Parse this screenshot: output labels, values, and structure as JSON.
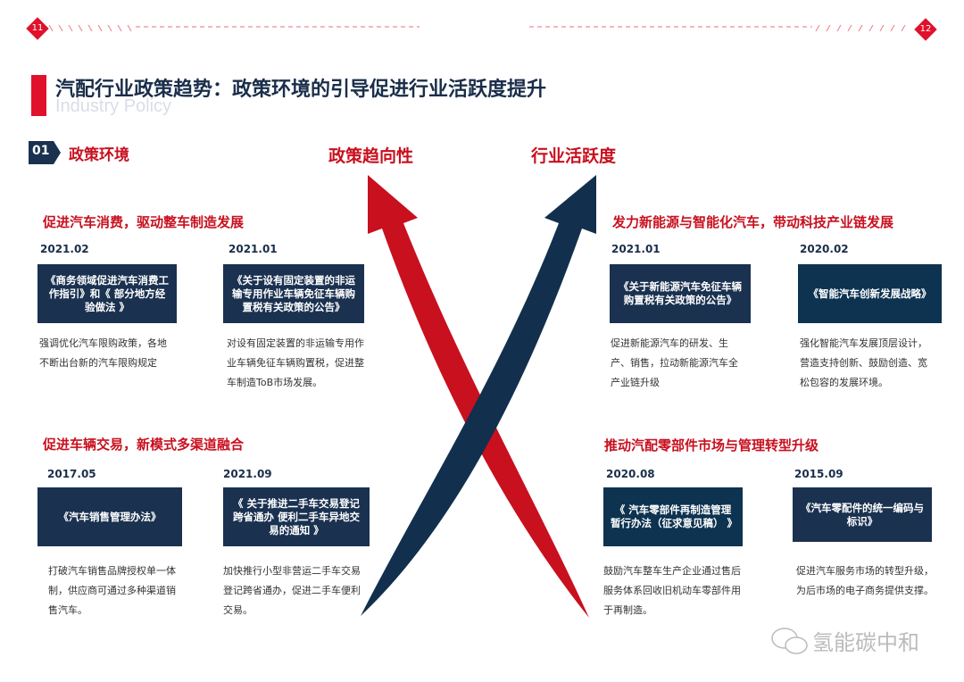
{
  "page_left": "11",
  "page_right": "12",
  "title": "汽配行业政策趋势：政策环境的引导促进行业活跃度提升",
  "subtitle": "Industry Policy",
  "section_num": "01",
  "section_label": "政策环境",
  "arrow_red_label": "政策趋向性",
  "arrow_blue_label": "行业活跃度",
  "groups": [
    {
      "heading": "促进汽车消费，驱动整车制造发展",
      "items": [
        {
          "date": "2021.02",
          "policy": "《商务领域促进汽车消费工作指引》和《 部分地方经验做法 》",
          "desc": "强调优化汽车限购政策，各地不断出台新的汽车限购规定"
        },
        {
          "date": "2021.01",
          "policy": "《关于设有固定装置的非运输专用作业车辆免征车辆购置税有关政策的公告》",
          "desc": "对设有固定装置的非运输专用作业车辆免征车辆购置税，促进整车制造ToB市场发展。"
        }
      ]
    },
    {
      "heading": "促进车辆交易，新模式多渠道融合",
      "items": [
        {
          "date": "2017.05",
          "policy": "《汽车销售管理办法》",
          "desc": "打破汽车销售品牌授权单一体制，供应商可通过多种渠道销售汽车。"
        },
        {
          "date": "2021.09",
          "policy": "《 关于推进二手车交易登记跨省通办 便利二手车异地交易的通知 》",
          "desc": "加快推行小型非营运二手车交易登记跨省通办，促进二手车便利交易。"
        }
      ]
    },
    {
      "heading": "发力新能源与智能化汽车，带动科技产业链发展",
      "items": [
        {
          "date": "2021.01",
          "policy": "《关于新能源汽车免征车辆购置税有关政策的公告》",
          "desc": "促进新能源汽车的研发、生产、销售，拉动新能源汽车全产业链升级"
        },
        {
          "date": "2020.02",
          "policy": "《智能汽车创新发展战略》",
          "desc": "强化智能汽车发展顶层设计，营造支持创新、鼓励创造、宽松包容的发展环境。"
        }
      ]
    },
    {
      "heading": "推动汽配零部件市场与管理转型升级",
      "items": [
        {
          "date": "2020.08",
          "policy": "《 汽车零部件再制造管理暂行办法（征求意见稿） 》",
          "desc": "鼓励汽车整车生产企业通过售后服务体系回收旧机动车零部件用于再制造。"
        },
        {
          "date": "2015.09",
          "policy": "《汽车零配件的统一编码与标识》",
          "desc": "促进汽车服务市场的转型升级，为后市场的电子商务提供支撑。"
        }
      ]
    }
  ],
  "watermark": "氢能碳中和",
  "colors": {
    "red": "#e0112b",
    "navy": "#1a3150"
  }
}
